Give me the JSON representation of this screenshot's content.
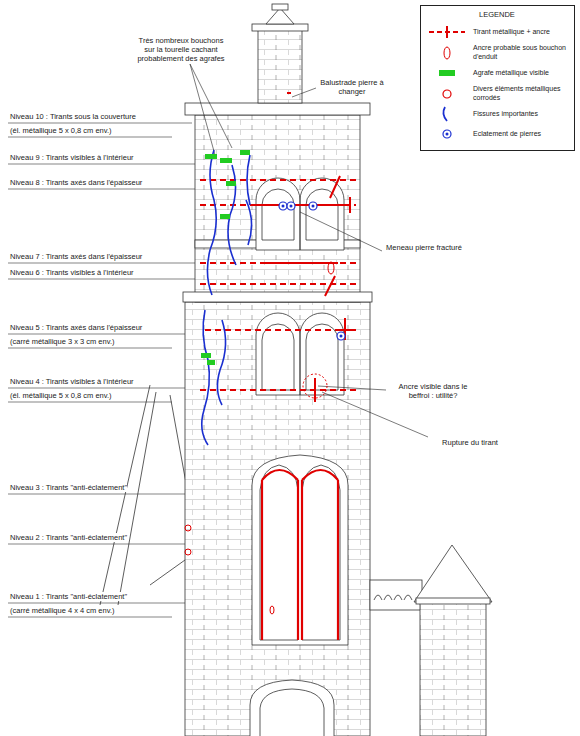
{
  "diagram": {
    "nodes": [
      {
        "text": [
          "LEGENDE"
        ]
      }
    ],
    "labels": [
      "Niveau 10 : Tirants sous la couverture",
      "(él. métallique 5 x 0,8 cm env.)",
      "Niveau 9 : Tirants visibles à l'intérieur",
      "Niveau 8 : Tirants axés dans l'épaisseur",
      "Niveau 7 : Tirants axés dans l'épaisseur",
      "Niveau 6 : Tirants visibles à l'intérieur",
      "Niveau 5 : Tirants axés dans l'épaisseur",
      "(carré métallique 3 x 3 cm env.)",
      "Niveau 4 : Tirants visibles à l'intérieur",
      "(él. métallique 5 x 0,8 cm env.)",
      "Niveau 3 : Tirants \"anti-éclatement\"",
      "Niveau 2 : Tirants \"anti-éclatement\"",
      "Niveau 1 : Tirants \"anti-éclatement\"",
      "(carré métallique 4 x 4 cm env.)",
      "Très nombreux bouchons sur la tourelle cachant probablement des agrafes",
      "Balustrade pierre à changer",
      "Meneau pierre fracturé",
      "Ancre visible dans le beffroi : utilité?",
      "Rupture du tirant"
    ],
    "legend": [
      {
        "text": "Tirant métallique + ancre"
      },
      {
        "text": "Ancre probable sous bouchon d'enduit"
      },
      {
        "text": "Agrafe métallique visible",
        "color": "#22cc22"
      },
      {
        "text": "Divers éléments métalliques corrodés"
      },
      {
        "text": "Fissures importantes"
      },
      {
        "text": "Eclatement de pierres"
      }
    ]
  }
}
